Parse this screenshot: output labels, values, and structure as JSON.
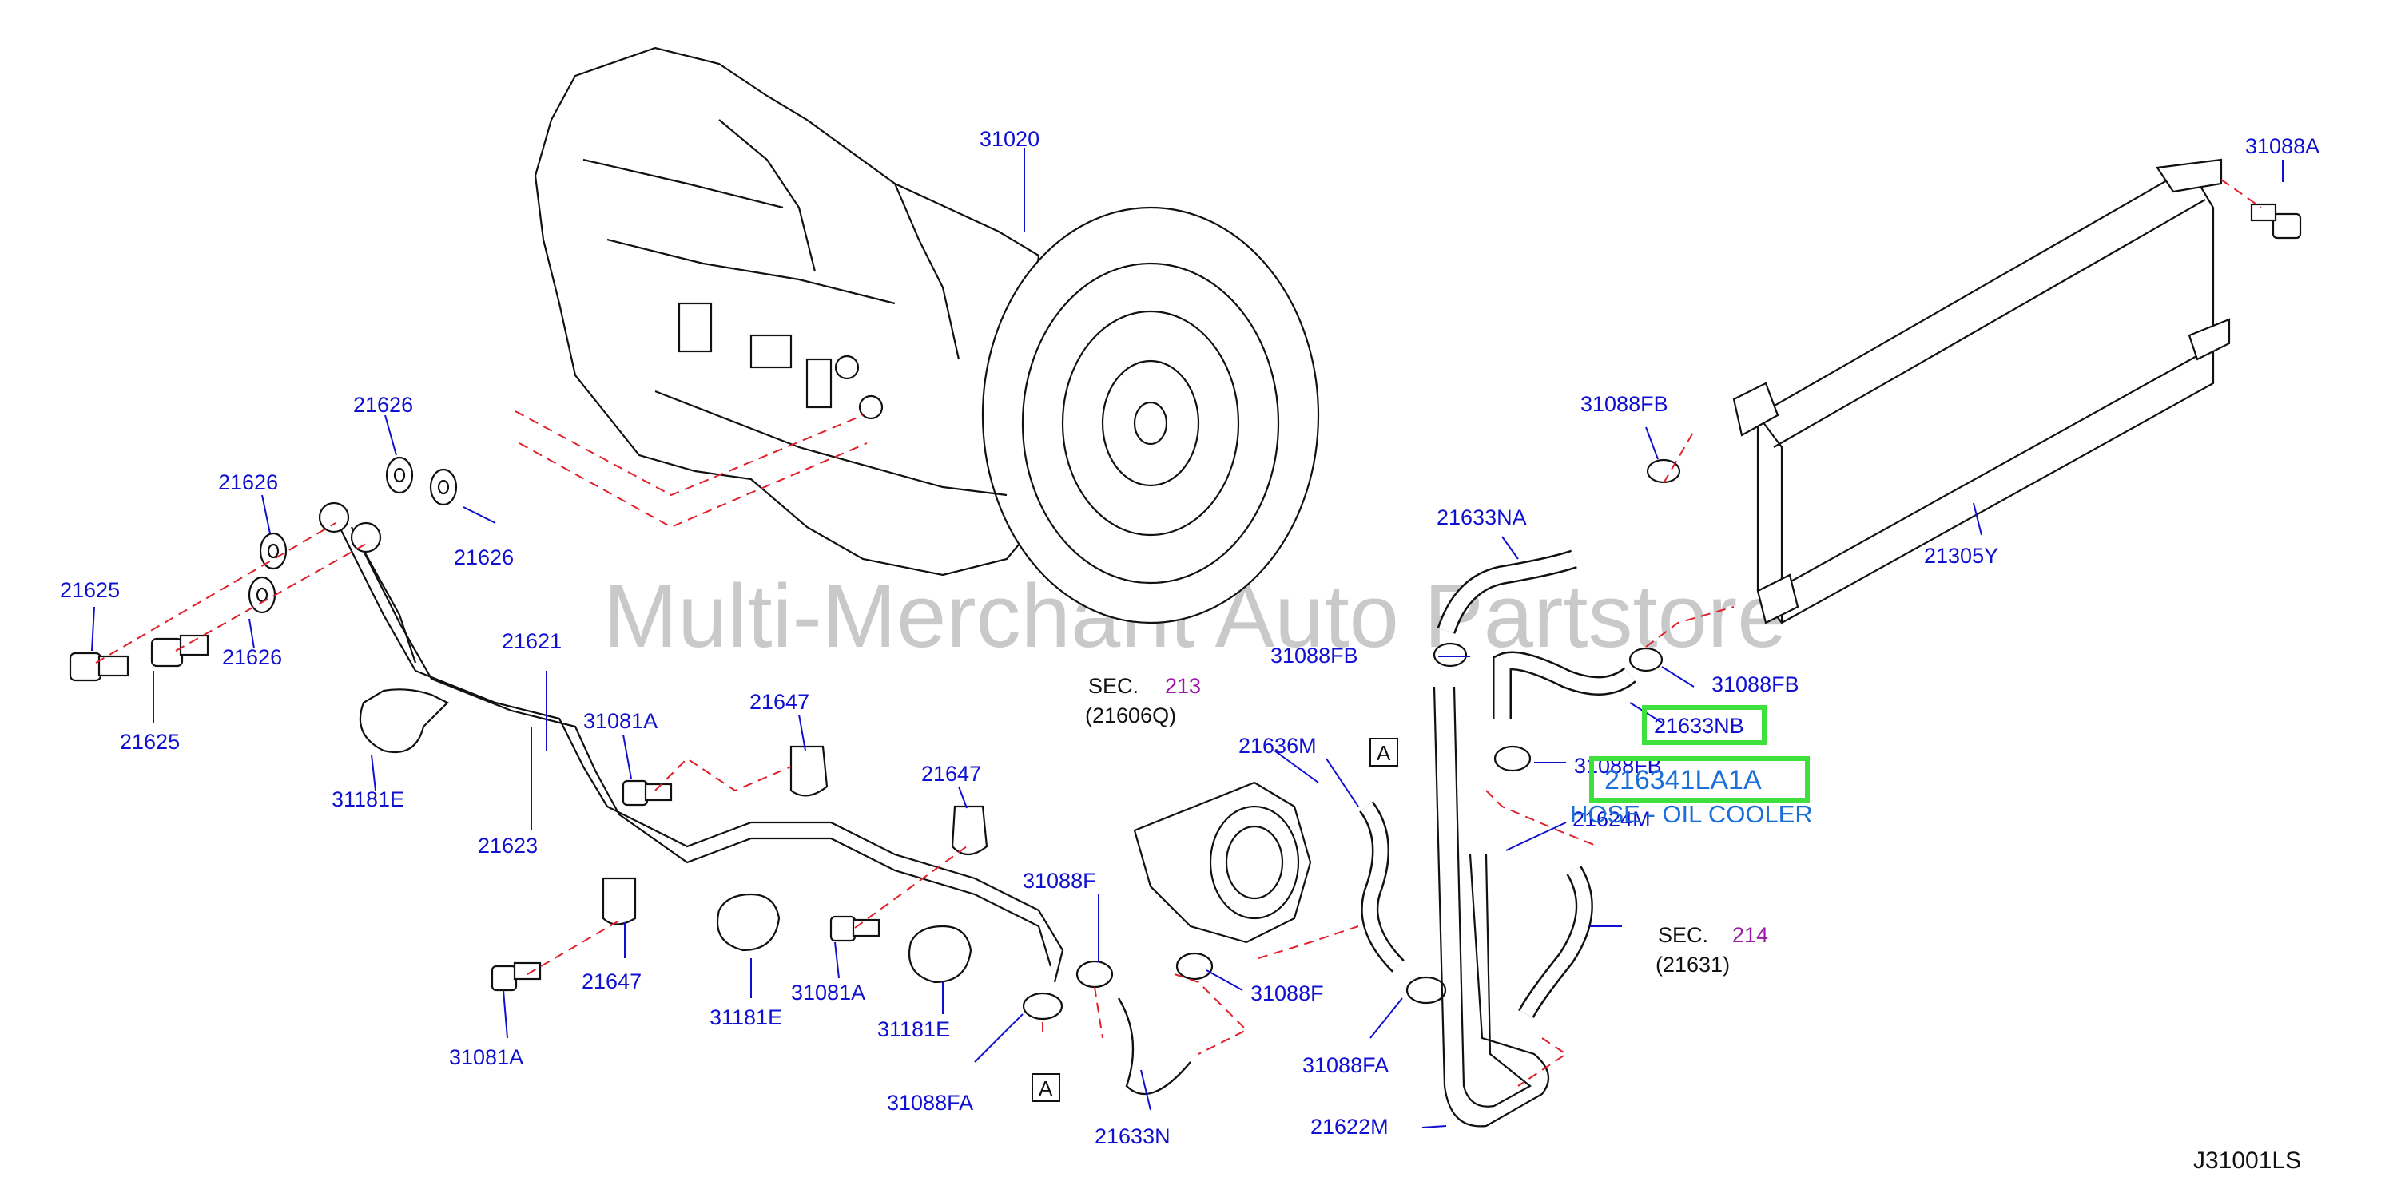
{
  "watermark": "Multi-Merchant Auto Partstore",
  "diagram_code": "J31001LS",
  "highlight": {
    "part_number": "216341LA1A",
    "part_name": "HOSE - OIL COOLER",
    "highlight_color": "#3ee03e"
  },
  "callouts": {
    "c31020": "31020",
    "c31088A": "31088A",
    "c21626_a": "21626",
    "c21626_b": "21626",
    "c21626_c": "21626",
    "c21626_d": "21626",
    "c21625_a": "21625",
    "c21625_b": "21625",
    "c21621": "21621",
    "c21623": "21623",
    "c31181E_a": "31181E",
    "c31181E_b": "31181E",
    "c31181E_c": "31181E",
    "c31081A_a": "31081A",
    "c31081A_b": "31081A",
    "c31081A_c": "31081A",
    "c21647_a": "21647",
    "c21647_b": "21647",
    "c21647_c": "21647",
    "c31088F_a": "31088F",
    "c31088F_b": "31088F",
    "c31088FA_a": "31088FA",
    "c31088FA_b": "31088FA",
    "c21633N": "21633N",
    "c21636M": "21636M",
    "c21622M": "21622M",
    "c21624M": "21624M",
    "c31088FB_a": "31088FB",
    "c31088FB_b": "31088FB",
    "c31088FB_c": "31088FB",
    "c31088FB_d": "31088FB",
    "c21633NA": "21633NA",
    "c21633NB": "21633NB",
    "c21305Y": "21305Y"
  },
  "section_refs": [
    {
      "prefix": "SEC.",
      "number": "213",
      "sub": "(21606Q)"
    },
    {
      "prefix": "SEC.",
      "number": "214",
      "sub": "(21631)"
    }
  ],
  "ref_markers": [
    "A",
    "A"
  ],
  "colors": {
    "callout_blue": "#1010d0",
    "dashed_red": "#e0202a",
    "section_purple": "#9a1aa8",
    "line_black": "#111111"
  }
}
